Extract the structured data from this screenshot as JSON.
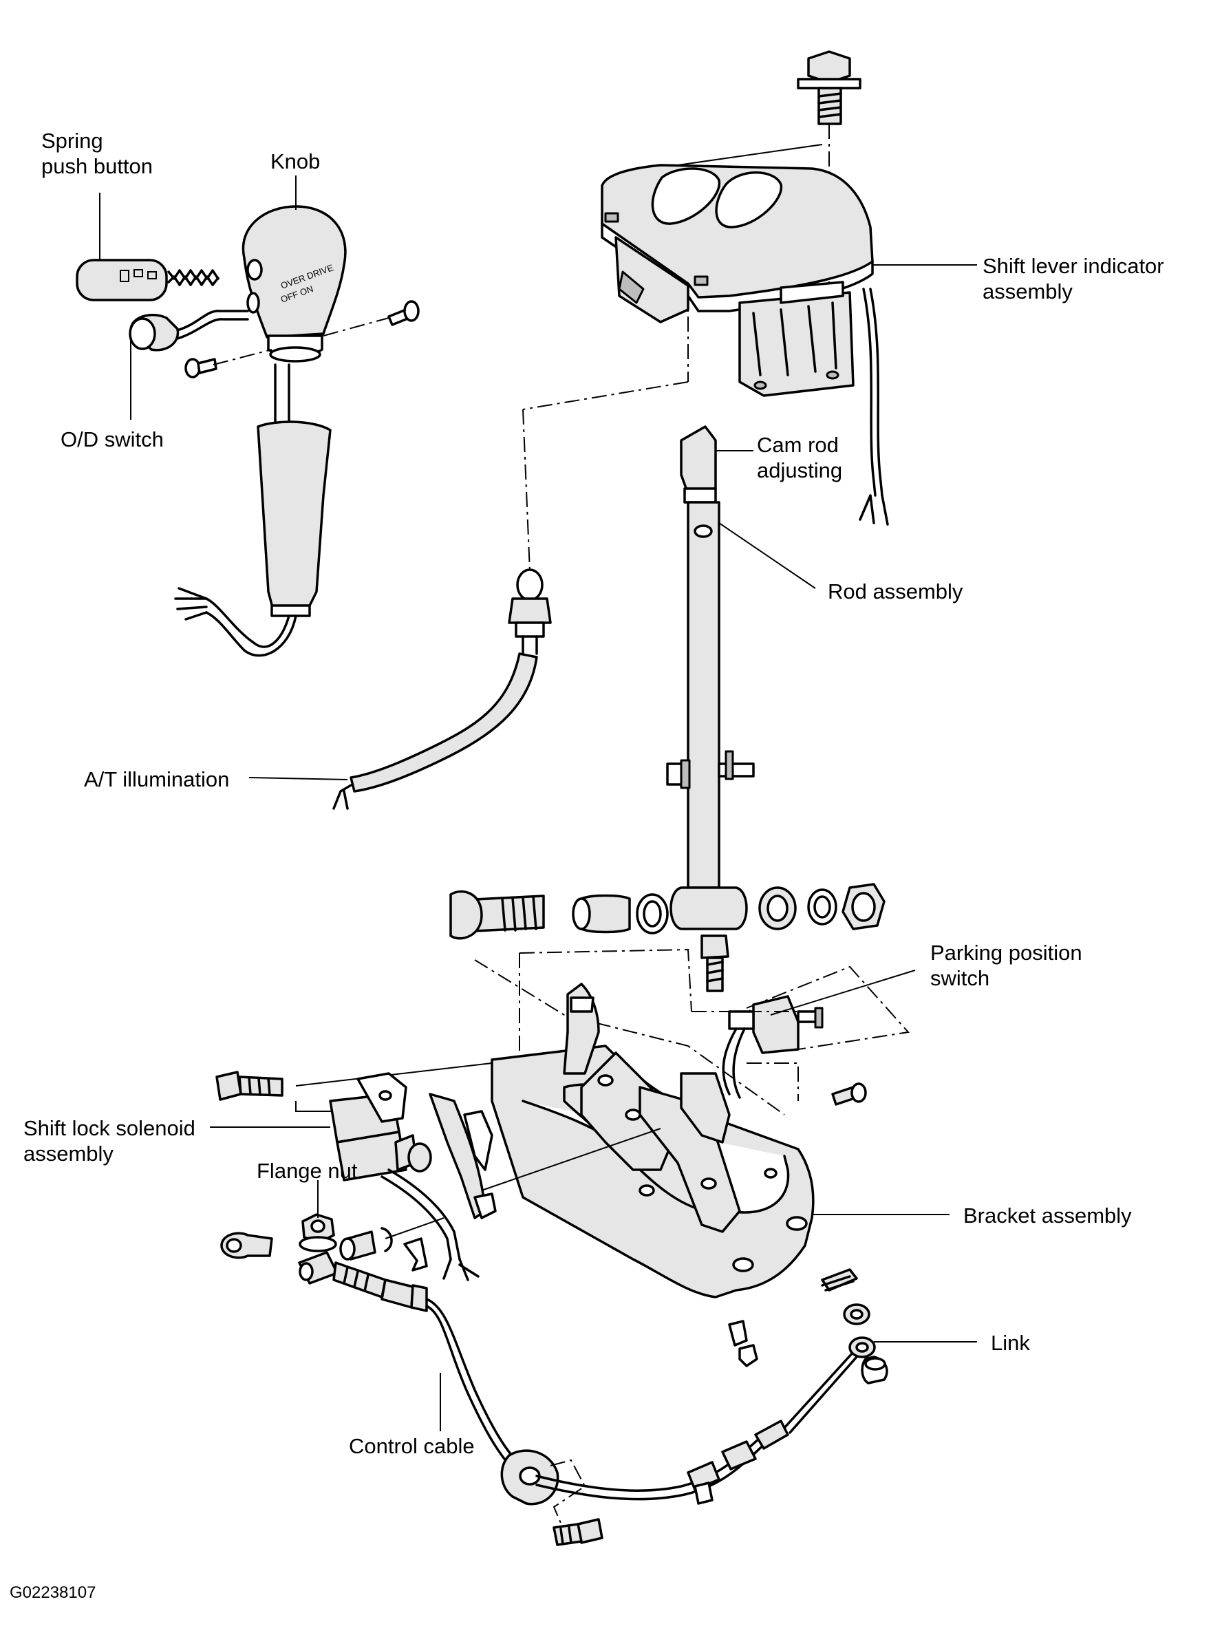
{
  "figure_code": "G02238107",
  "labels": {
    "spring_push_button": [
      "Spring",
      "push button"
    ],
    "knob": "Knob",
    "od_switch": "O/D switch",
    "shift_lever_indicator": [
      "Shift lever indicator",
      "assembly"
    ],
    "cam_rod_adjusting": [
      "Cam rod",
      "adjusting"
    ],
    "rod_assembly": "Rod assembly",
    "at_illumination": "A/T illumination",
    "parking_position_switch": [
      "Parking position",
      "switch"
    ],
    "shift_lock_solenoid": [
      "Shift lock solenoid",
      "assembly"
    ],
    "flange_nut": "Flange nut",
    "bracket_assembly": "Bracket assembly",
    "link": "Link",
    "control_cable": "Control cable"
  }
}
